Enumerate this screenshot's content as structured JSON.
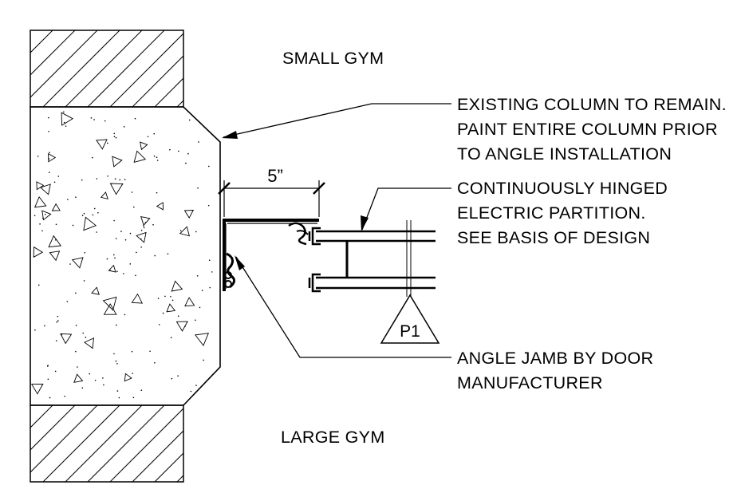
{
  "rooms": {
    "top": "SMALL GYM",
    "bottom": "LARGE GYM"
  },
  "notes": {
    "column": [
      "EXISTING COLUMN TO REMAIN.",
      "PAINT ENTIRE COLUMN PRIOR",
      "TO ANGLE INSTALLATION"
    ],
    "partition": [
      "CONTINUOUSLY HINGED",
      "ELECTRIC PARTITION.",
      "SEE BASIS OF DESIGN"
    ],
    "jamb": [
      "ANGLE JAMB BY DOOR",
      "MANUFACTURER"
    ]
  },
  "dimension": {
    "label": "5”"
  },
  "tag": {
    "label": "P1"
  }
}
